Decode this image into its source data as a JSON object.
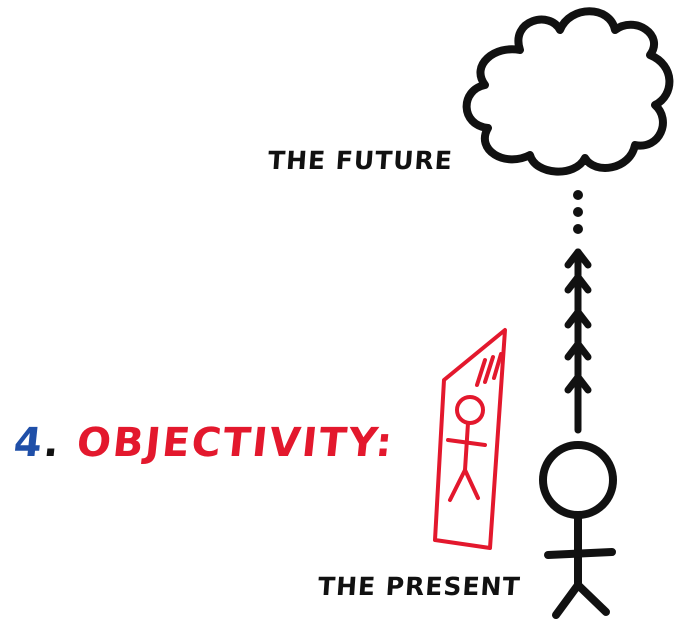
{
  "future_label": "THE FUTURE",
  "present_label": "THE PRESENT",
  "heading": {
    "number": "4",
    "separator": ". ",
    "word": "OBJECTIVITY:"
  },
  "colors": {
    "ink": "#111111",
    "accent_red": "#e3182d",
    "accent_blue": "#1f4fa8"
  },
  "icons": [
    "cloud-icon",
    "dotted-arrow-path",
    "mirror-icon",
    "stick-figure-icon"
  ]
}
